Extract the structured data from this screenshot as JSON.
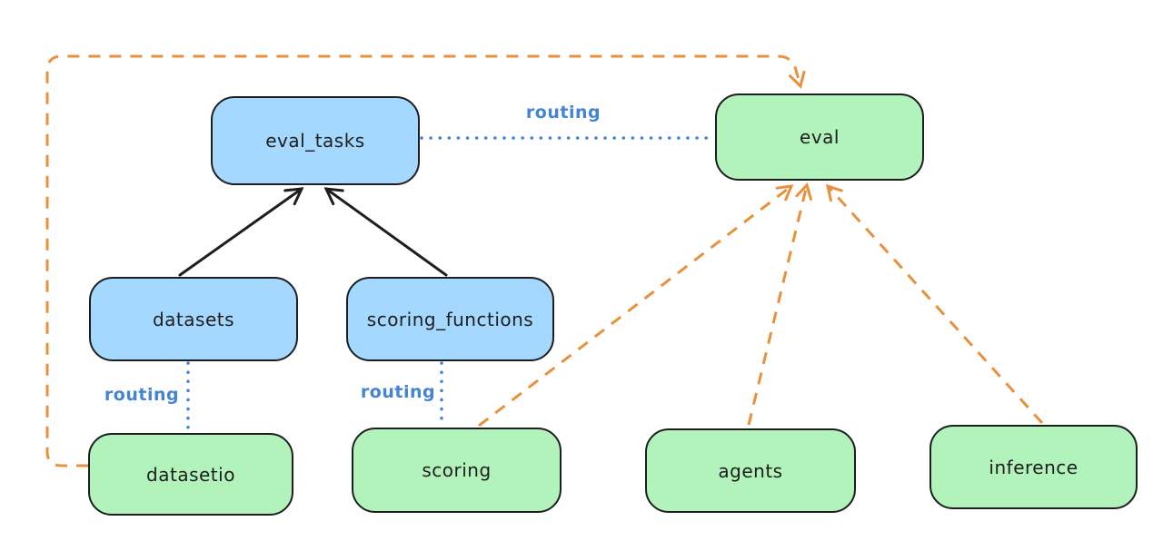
{
  "diagram": {
    "background": "#ffffff",
    "colors": {
      "node_stroke": "#1e1e1e",
      "blue_fill": "#a5d8ff",
      "green_fill": "#b2f2bb",
      "routing_blue": "#4583d3",
      "orange_dashed": "#e8913c",
      "black_arrow": "#1e1e1e"
    },
    "nodes": [
      {
        "id": "eval_tasks",
        "label": "eval_tasks",
        "fill": "blue"
      },
      {
        "id": "eval",
        "label": "eval",
        "fill": "green"
      },
      {
        "id": "datasets",
        "label": "datasets",
        "fill": "blue"
      },
      {
        "id": "scoring_functions",
        "label": "scoring_functions",
        "fill": "blue"
      },
      {
        "id": "datasetio",
        "label": "datasetio",
        "fill": "green"
      },
      {
        "id": "scoring",
        "label": "scoring",
        "fill": "green"
      },
      {
        "id": "agents",
        "label": "agents",
        "fill": "green"
      },
      {
        "id": "inference",
        "label": "inference",
        "fill": "green"
      }
    ],
    "edges": [
      {
        "from": "datasets",
        "to": "eval_tasks",
        "style": "solid-arrow",
        "color": "black"
      },
      {
        "from": "scoring_functions",
        "to": "eval_tasks",
        "style": "solid-arrow",
        "color": "black"
      },
      {
        "from": "eval_tasks",
        "to": "eval",
        "style": "dotted",
        "color": "blue",
        "label": "routing"
      },
      {
        "from": "datasets",
        "to": "datasetio",
        "style": "dotted",
        "color": "blue",
        "label": "routing"
      },
      {
        "from": "scoring_functions",
        "to": "scoring",
        "style": "dotted",
        "color": "blue",
        "label": "routing"
      },
      {
        "from": "datasetio",
        "to": "eval",
        "style": "dashed-arrow",
        "color": "orange"
      },
      {
        "from": "scoring",
        "to": "eval",
        "style": "dashed-arrow",
        "color": "orange"
      },
      {
        "from": "agents",
        "to": "eval",
        "style": "dashed-arrow",
        "color": "orange"
      },
      {
        "from": "inference",
        "to": "eval",
        "style": "dashed-arrow",
        "color": "orange"
      }
    ]
  }
}
